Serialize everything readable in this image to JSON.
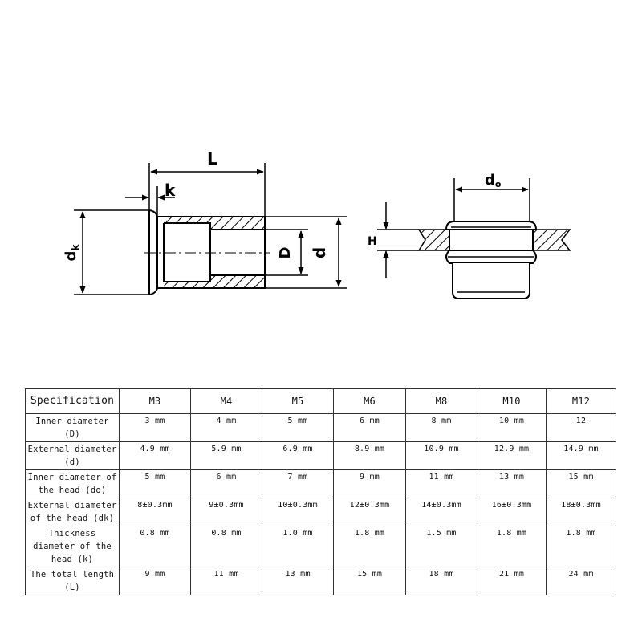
{
  "diagram": {
    "labels": {
      "L": "L",
      "k": "k",
      "dk_base": "d",
      "dk_sub": "k",
      "D": "D",
      "d": "d",
      "do_base": "d",
      "do_sub": "o",
      "H": "H"
    }
  },
  "table": {
    "header_label": "Specification",
    "sizes": [
      "M3",
      "M4",
      "M5",
      "M6",
      "M8",
      "M10",
      "M12"
    ],
    "rows": [
      {
        "label_lines": [
          "Inner diameter",
          "(D)"
        ],
        "values": [
          "3 mm",
          "4 mm",
          "5 mm",
          "6 mm",
          "8 mm",
          "10 mm",
          "12"
        ]
      },
      {
        "label_lines": [
          "External diameter",
          "(d)"
        ],
        "values": [
          "4.9 mm",
          "5.9 mm",
          "6.9 mm",
          "8.9 mm",
          "10.9 mm",
          "12.9 mm",
          "14.9 mm"
        ]
      },
      {
        "label_lines": [
          "Inner diameter of",
          "the head (do)"
        ],
        "values": [
          "5 mm",
          "6 mm",
          "7 mm",
          "9 mm",
          "11 mm",
          "13 mm",
          "15 mm"
        ]
      },
      {
        "label_lines": [
          "External diameter",
          "of the head (dk)"
        ],
        "values": [
          "8±0.3mm",
          "9±0.3mm",
          "10±0.3mm",
          "12±0.3mm",
          "14±0.3mm",
          "16±0.3mm",
          "18±0.3mm"
        ]
      },
      {
        "label_lines": [
          "Thickness",
          "diameter of the",
          "head (k)"
        ],
        "values": [
          "0.8 mm",
          "0.8 mm",
          "1.0 mm",
          "1.8 mm",
          "1.5 mm",
          "1.8 mm",
          "1.8 mm"
        ]
      },
      {
        "label_lines": [
          "The total length",
          "(L)"
        ],
        "values": [
          "9 mm",
          "11 mm",
          "13 mm",
          "15 mm",
          "18 mm",
          "21 mm",
          "24 mm"
        ]
      }
    ]
  }
}
